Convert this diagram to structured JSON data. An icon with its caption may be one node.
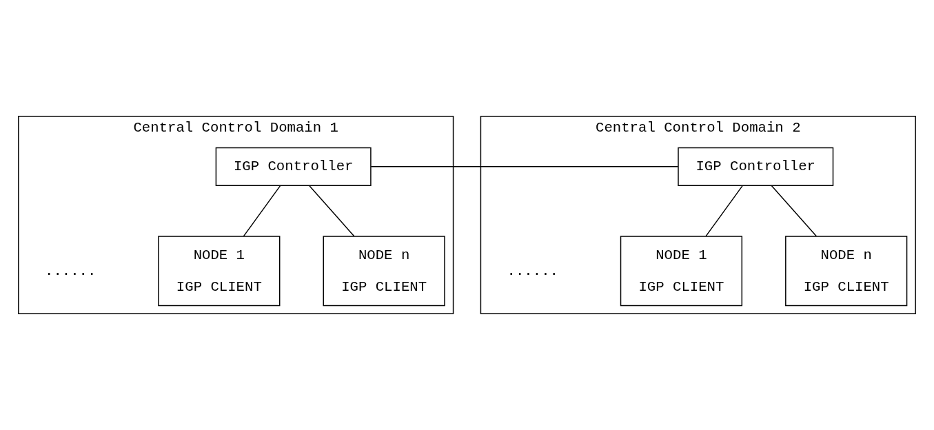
{
  "diagram": {
    "nodes": [
      {
        "text": [
          "Central Control Domain 1"
        ]
      },
      {
        "text": [
          "IGP Controller"
        ],
        "in": 0
      },
      {
        "text": [
          "NODE 1",
          "IGP CLIENT"
        ],
        "in": 0
      },
      {
        "text": [
          "NODE n",
          "IGP CLIENT"
        ],
        "in": 0
      },
      {
        "text": [
          "Central Control Domain 2"
        ]
      },
      {
        "text": [
          "IGP Controller"
        ],
        "in": 4
      },
      {
        "text": [
          "NODE 1",
          "IGP CLIENT"
        ],
        "in": 4
      },
      {
        "text": [
          "NODE n",
          "IGP CLIENT"
        ],
        "in": 4
      }
    ],
    "edges": [
      {
        "from": 1,
        "to": 2,
        "arrow": "none"
      },
      {
        "from": 1,
        "to": 3,
        "arrow": "none"
      },
      {
        "from": 1,
        "to": 5,
        "arrow": "none"
      },
      {
        "from": 5,
        "to": 6,
        "arrow": "none"
      },
      {
        "from": 5,
        "to": 7,
        "arrow": "none"
      }
    ],
    "labels": [
      "......",
      "......"
    ]
  }
}
